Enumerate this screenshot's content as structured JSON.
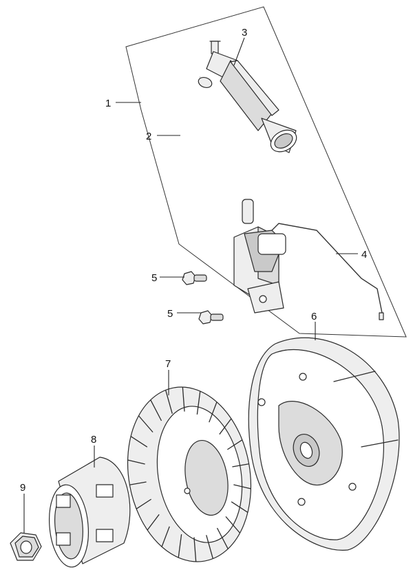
{
  "diagram": {
    "callouts": [
      {
        "id": "1",
        "text": "1"
      },
      {
        "id": "2",
        "text": "2"
      },
      {
        "id": "3",
        "text": "3"
      },
      {
        "id": "4",
        "text": "4"
      },
      {
        "id": "5a",
        "text": "5"
      },
      {
        "id": "5b",
        "text": "5"
      },
      {
        "id": "6",
        "text": "6"
      },
      {
        "id": "7",
        "text": "7"
      },
      {
        "id": "8",
        "text": "8"
      },
      {
        "id": "9",
        "text": "9"
      }
    ]
  }
}
